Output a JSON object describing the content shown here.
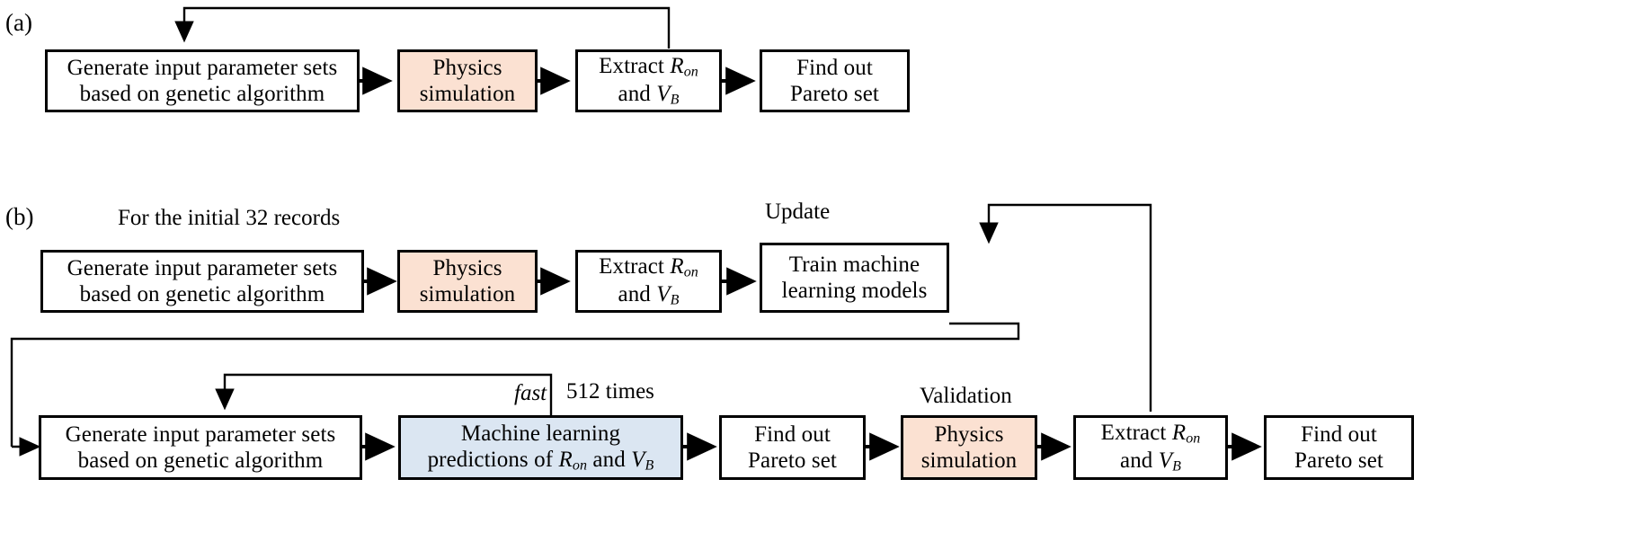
{
  "figure": {
    "type": "flowchart",
    "panels": [
      {
        "tag": "(a)",
        "name": "conventional-physics-only-optimization",
        "nodes": [
          {
            "id": "a-generate",
            "label": "Generate input parameter sets\nbased on genetic algorithm",
            "fill": "white"
          },
          {
            "id": "a-physics",
            "label": "Physics\nsimulation",
            "fill": "peach"
          },
          {
            "id": "a-extract",
            "label": "Extract R_on\nand V_B",
            "fill": "white"
          },
          {
            "id": "a-pareto",
            "label": "Find out\nPareto set",
            "fill": "white"
          }
        ],
        "edges": [
          {
            "from": "a-generate",
            "to": "a-physics",
            "label": ""
          },
          {
            "from": "a-physics",
            "to": "a-extract",
            "label": ""
          },
          {
            "from": "a-extract",
            "to": "a-pareto",
            "label": ""
          },
          {
            "from": "a-extract",
            "to": "a-generate",
            "label": "",
            "kind": "feedback-loop"
          }
        ]
      },
      {
        "tag": "(b)",
        "name": "machine-learning-accelerated-optimization",
        "nodes": [
          {
            "id": "b-generate-top",
            "label": "Generate input parameter sets\nbased on genetic algorithm",
            "fill": "white"
          },
          {
            "id": "b-physics-top",
            "label": "Physics\nsimulation",
            "fill": "peach"
          },
          {
            "id": "b-extract-top",
            "label": "Extract R_on\nand V_B",
            "fill": "white"
          },
          {
            "id": "b-train",
            "label": "Train machine\nlearning models",
            "fill": "white"
          },
          {
            "id": "b-generate-bot",
            "label": "Generate input parameter sets\nbased on genetic algorithm",
            "fill": "white"
          },
          {
            "id": "b-ml",
            "label": "Machine learning\npredictions of R_on and V_B",
            "fill": "blue"
          },
          {
            "id": "b-pareto-1",
            "label": "Find out\nPareto set",
            "fill": "white"
          },
          {
            "id": "b-physics-bot",
            "label": "Physics\nsimulation",
            "fill": "peach"
          },
          {
            "id": "b-extract-bot",
            "label": "Extract R_on\nand V_B",
            "fill": "white"
          },
          {
            "id": "b-pareto-2",
            "label": "Find out\nPareto set",
            "fill": "white"
          }
        ],
        "annotations": [
          {
            "id": "initial-records",
            "text": "For the initial 32 records"
          },
          {
            "id": "update",
            "text": "Update"
          },
          {
            "id": "fast",
            "text": "fast",
            "style": "italic"
          },
          {
            "id": "times",
            "text": "512 times"
          },
          {
            "id": "validation",
            "text": "Validation"
          }
        ]
      }
    ]
  },
  "panel_a": {
    "tag": "(a)",
    "generate": {
      "line1": "Generate input parameter sets",
      "line2": "based on genetic algorithm"
    },
    "physics": {
      "line1": "Physics",
      "line2": "simulation"
    },
    "extract": {
      "line1_pre": "Extract ",
      "line1_var": "R",
      "line1_sub": "on",
      "line2_pre": "and ",
      "line2_var": "V",
      "line2_sub": "B"
    },
    "pareto": {
      "line1": "Find out",
      "line2": "Pareto set"
    }
  },
  "panel_b": {
    "tag": "(b)",
    "initial_records_label": "For the initial 32 records",
    "update_label": "Update",
    "fast_label": "fast",
    "times_label": "512 times",
    "validation_label": "Validation",
    "generate_top": {
      "line1": "Generate input parameter sets",
      "line2": "based on genetic algorithm"
    },
    "physics_top": {
      "line1": "Physics",
      "line2": "simulation"
    },
    "extract_top": {
      "line1_pre": "Extract ",
      "line1_var": "R",
      "line1_sub": "on",
      "line2_pre": "and ",
      "line2_var": "V",
      "line2_sub": "B"
    },
    "train": {
      "line1": "Train machine",
      "line2": "learning models"
    },
    "generate_bot": {
      "line1": "Generate input parameter sets",
      "line2": "based on genetic algorithm"
    },
    "ml": {
      "line1": "Machine learning",
      "line2_pre": "predictions of ",
      "line2_var1": "R",
      "line2_sub1": "on",
      "line2_mid": " and ",
      "line2_var2": "V",
      "line2_sub2": "B"
    },
    "pareto_1": {
      "line1": "Find out",
      "line2": "Pareto set"
    },
    "physics_bot": {
      "line1": "Physics",
      "line2": "simulation"
    },
    "extract_bot": {
      "line1_pre": "Extract ",
      "line1_var": "R",
      "line1_sub": "on",
      "line2_pre": "and ",
      "line2_var": "V",
      "line2_sub": "B"
    },
    "pareto_2": {
      "line1": "Find out",
      "line2": "Pareto set"
    }
  },
  "colors": {
    "physics_fill": "#fbe1d2",
    "ml_fill": "#dbe6f2",
    "box_stroke": "#000000",
    "background": "#ffffff"
  }
}
